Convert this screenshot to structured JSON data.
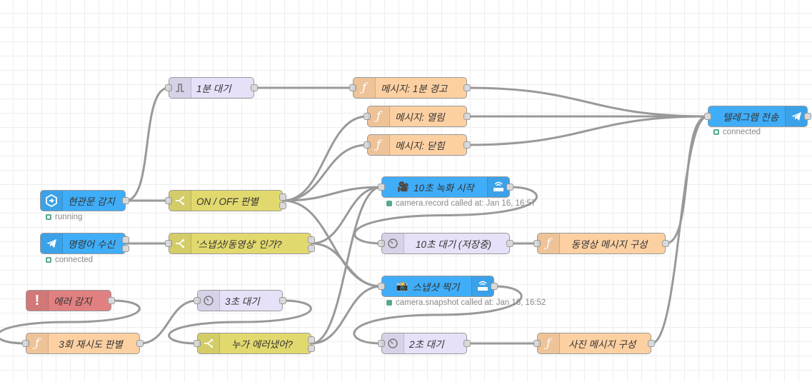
{
  "nodes": {
    "n_front_door": {
      "label": "현관문 감지",
      "color": "#3fadf8",
      "icon": "home-assistant-icon",
      "status": "running"
    },
    "n_cmd": {
      "label": "명령어 수신",
      "color": "#3fadf8",
      "icon": "telegram-icon",
      "status": "connected"
    },
    "n_err": {
      "label": "에러 감지",
      "color": "#e08080",
      "icon": "exclamation-icon"
    },
    "n_retry": {
      "label": "3회 재시도 판별",
      "color": "#fdd0a2",
      "icon": "function-icon"
    },
    "n_wait1m": {
      "label": "1분 대기",
      "color": "#e6e0f8",
      "icon": "trigger-icon"
    },
    "n_onoff": {
      "label": "ON / OFF 판별",
      "color": "#e2d96e",
      "icon": "switch-icon"
    },
    "n_snapvid": {
      "label": "'스냅샷/동영상' 인가?",
      "color": "#e2d96e",
      "icon": "switch-icon"
    },
    "n_wait3s": {
      "label": "3초 대기",
      "color": "#e6e0f8",
      "icon": "delay-icon"
    },
    "n_who": {
      "label": "누가 에러냈어?",
      "color": "#e2d96e",
      "icon": "switch-icon"
    },
    "n_msg1m": {
      "label": "메시지: 1분 경고",
      "color": "#fdd0a2",
      "icon": "function-icon"
    },
    "n_msgopen": {
      "label": "메시지: 열림",
      "color": "#fdd0a2",
      "icon": "function-icon"
    },
    "n_msgclose": {
      "label": "메시지: 닫힘",
      "color": "#fdd0a2",
      "icon": "function-icon"
    },
    "n_rec": {
      "label": "10초 녹화 시작",
      "emoji": "🎥",
      "color": "#3fadf8",
      "icon": "service-call-icon",
      "status": "camera.record called at: Jan 16, 16:57"
    },
    "n_wait10s": {
      "label": "10초 대기 (저장중)",
      "color": "#e6e0f8",
      "icon": "delay-icon"
    },
    "n_vidmsg": {
      "label": "동영상 메시지 구성",
      "color": "#fdd0a2",
      "icon": "function-icon"
    },
    "n_snap": {
      "label": "스냅샷 찍기",
      "emoji": "📸",
      "color": "#3fadf8",
      "icon": "service-call-icon",
      "status": "camera.snapshot called at: Jan 16, 16:52"
    },
    "n_wait2s": {
      "label": "2초 대기",
      "color": "#e6e0f8",
      "icon": "delay-icon"
    },
    "n_photomsg": {
      "label": "사진 메시지 구성",
      "color": "#fdd0a2",
      "icon": "function-icon"
    },
    "n_tgsend": {
      "label": "텔레그램 전송",
      "color": "#3fadf8",
      "icon": "telegram-icon",
      "status": "connected"
    }
  },
  "connections": [
    [
      "n_front_door",
      "n_onoff"
    ],
    [
      "n_front_door",
      "n_wait1m"
    ],
    [
      "n_cmd",
      "n_snapvid"
    ],
    [
      "n_wait1m",
      "n_msg1m"
    ],
    [
      "n_onoff",
      "n_msgopen"
    ],
    [
      "n_onoff",
      "n_msgclose"
    ],
    [
      "n_onoff",
      "n_rec"
    ],
    [
      "n_onoff",
      "n_snap"
    ],
    [
      "n_snapvid",
      "n_rec"
    ],
    [
      "n_snapvid",
      "n_snap"
    ],
    [
      "n_err",
      "n_retry"
    ],
    [
      "n_retry",
      "n_wait3s"
    ],
    [
      "n_wait3s",
      "n_who"
    ],
    [
      "n_who",
      "n_rec"
    ],
    [
      "n_who",
      "n_snap"
    ],
    [
      "n_msg1m",
      "n_tgsend"
    ],
    [
      "n_msgopen",
      "n_tgsend"
    ],
    [
      "n_msgclose",
      "n_tgsend"
    ],
    [
      "n_rec",
      "n_wait10s"
    ],
    [
      "n_wait10s",
      "n_vidmsg"
    ],
    [
      "n_vidmsg",
      "n_tgsend"
    ],
    [
      "n_snap",
      "n_wait2s"
    ],
    [
      "n_wait2s",
      "n_photomsg"
    ],
    [
      "n_photomsg",
      "n_tgsend"
    ]
  ]
}
